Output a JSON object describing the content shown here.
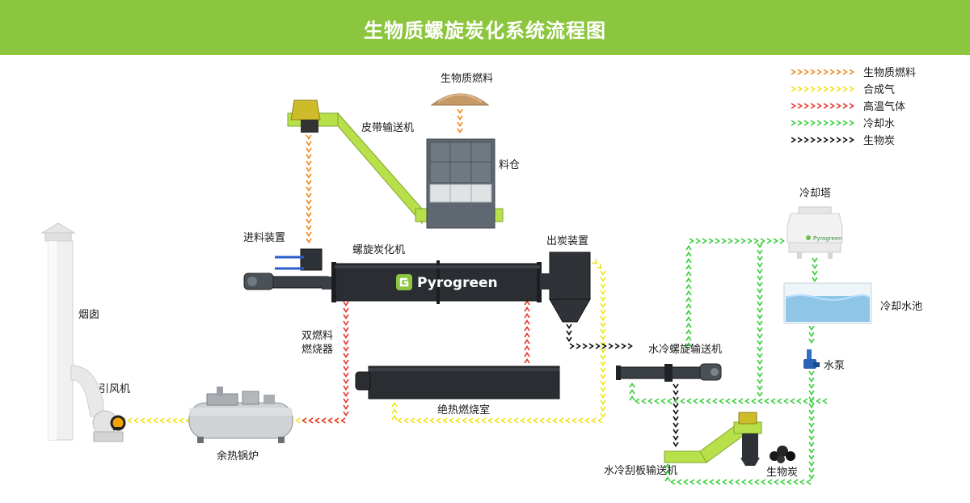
{
  "title": "生物质螺旋炭化系统流程图",
  "legend": [
    {
      "label": "生物质燃料",
      "color": "#f08a24",
      "key": "biomass"
    },
    {
      "label": "合成气",
      "color": "#f2e21c",
      "key": "syngas"
    },
    {
      "label": "高温气体",
      "color": "#e63a2e",
      "key": "hotgas"
    },
    {
      "label": "冷却水",
      "color": "#3ccf3c",
      "key": "water"
    },
    {
      "label": "生物炭",
      "color": "#111111",
      "key": "biochar"
    }
  ],
  "labels": {
    "biomass_fuel": "生物质燃料",
    "belt_conveyor": "皮带输送机",
    "silo": "料仓",
    "feeder": "进料装置",
    "carbonizer": "螺旋炭化机",
    "discharge": "出炭装置",
    "cooling_tower": "冷却塔",
    "cooling_pool": "冷却水池",
    "pump": "水泵",
    "water_screw": "水冷螺旋输送机",
    "dual_burner_1": "双燃料",
    "dual_burner_2": "燃烧器",
    "chamber": "绝热燃烧室",
    "boiler": "余热锅炉",
    "fan": "引风机",
    "chimney": "烟囱",
    "scraper": "水冷刮板输送机",
    "biochar": "生物炭"
  },
  "brand": "Pyrogreen",
  "tower_brand": "Pyrogreen"
}
